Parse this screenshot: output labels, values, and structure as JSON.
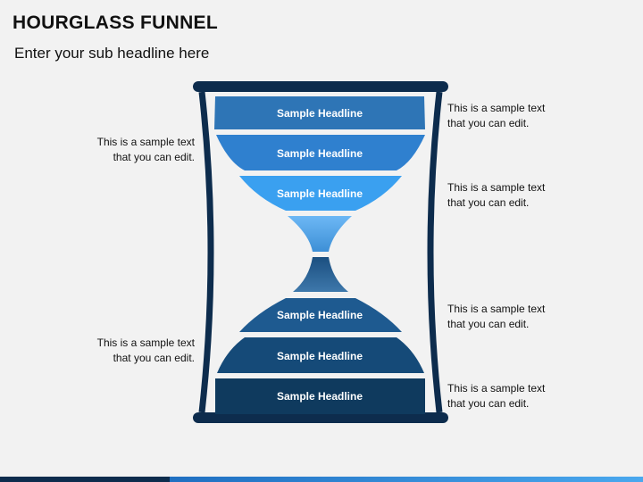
{
  "header": {
    "title": "HOURGLASS FUNNEL",
    "subtitle": "Enter your sub headline here"
  },
  "layers": [
    {
      "label": "Sample Headline",
      "color": "#2e75b6"
    },
    {
      "label": "Sample Headline",
      "color": "#2f80cf"
    },
    {
      "label": "Sample Headline",
      "color": "#3aa0f0"
    },
    {
      "label": "Sample Headline",
      "color": "#1e5a90"
    },
    {
      "label": "Sample Headline",
      "color": "#154a78"
    },
    {
      "label": "Sample Headline",
      "color": "#0f3a5e"
    }
  ],
  "frame_color": "#0d2c4d",
  "notes_left": [
    "This is a sample text\nthat you can edit.",
    "This is a sample text\nthat you can edit."
  ],
  "notes_right": [
    "This is a sample text\nthat you can edit.",
    "This is a sample text\nthat you can edit.",
    "This is a sample text\nthat you can edit.",
    "This is a sample text\nthat you can edit."
  ]
}
